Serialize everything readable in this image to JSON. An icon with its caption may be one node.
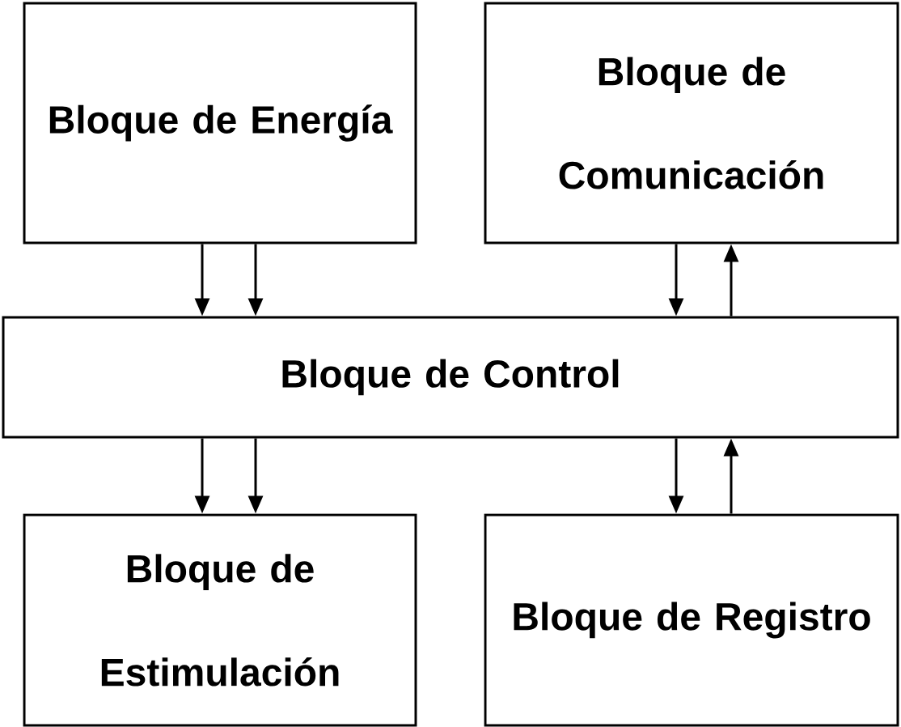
{
  "diagram": {
    "nodes": [
      {
        "text": [
          "Bloque de Energía"
        ]
      },
      {
        "text": [
          "Bloque de Comunicación"
        ]
      },
      {
        "text": [
          "Bloque de Control"
        ]
      },
      {
        "text": [
          "Bloque de Estimulación"
        ]
      },
      {
        "text": [
          "Bloque de Registro"
        ]
      }
    ],
    "edges": [
      {
        "from": 0,
        "to": 2,
        "arrow": "to"
      },
      {
        "from": 0,
        "to": 2,
        "arrow": "to"
      },
      {
        "from": 1,
        "to": 2,
        "arrow": "to"
      },
      {
        "from": 2,
        "to": 1,
        "arrow": "to"
      },
      {
        "from": 2,
        "to": 3,
        "arrow": "to"
      },
      {
        "from": 2,
        "to": 3,
        "arrow": "to"
      },
      {
        "from": 2,
        "to": 4,
        "arrow": "to"
      },
      {
        "from": 4,
        "to": 2,
        "arrow": "to"
      }
    ]
  }
}
